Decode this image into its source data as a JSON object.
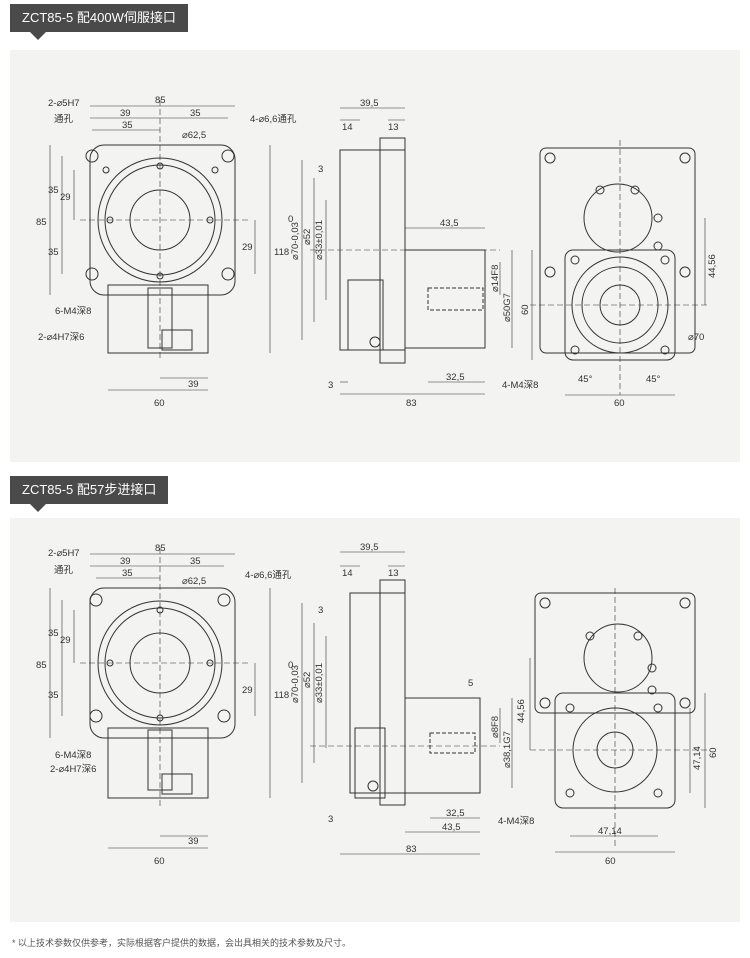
{
  "sections": [
    {
      "title": "ZCT85-5 配400W伺服接口",
      "labels": {
        "hole_pin": "2-⌀5H7",
        "through": "通孔",
        "d85": "85",
        "d39": "39",
        "d35a": "35",
        "d35b": "35",
        "d62": "⌀62,5",
        "hole66": "4-⌀6,6通孔",
        "v35a": "35",
        "v29a": "29",
        "v85": "85",
        "v35b": "35",
        "v29b": "29",
        "v118": "118",
        "m4": "6-M4深8",
        "h4": "2-⌀4H7深6",
        "b39": "39",
        "b60": "60",
        "s395": "39,5",
        "s14": "14",
        "s13": "13",
        "s3a": "3",
        "s0": "0",
        "s70": "⌀70-0,03",
        "s52": "⌀52",
        "s33": "⌀33±0,01",
        "s435": "43,5",
        "s14f8": "⌀14F8",
        "s50g7": "⌀50G7",
        "s3b": "3",
        "s325": "32,5",
        "s83": "83",
        "r4456": "44,56",
        "r60v": "60",
        "r70": "⌀70",
        "rm4": "4-M4深8",
        "r45a": "45°",
        "r45b": "45°",
        "r60": "60"
      }
    },
    {
      "title": "ZCT85-5 配57步进接口",
      "labels": {
        "hole_pin": "2-⌀5H7",
        "through": "通孔",
        "d85": "85",
        "d39": "39",
        "d35a": "35",
        "d35b": "35",
        "d62": "⌀62,5",
        "hole66": "4-⌀6,6通孔",
        "v35a": "35",
        "v29a": "29",
        "v85": "85",
        "v35b": "35",
        "v29b": "29",
        "v118": "118",
        "m4": "6-M4深8",
        "h4": "2-⌀4H7深6",
        "b39": "39",
        "b60": "60",
        "s395": "39,5",
        "s14": "14",
        "s13": "13",
        "s3a": "3",
        "s0": "0",
        "s70": "⌀70-0,03",
        "s52": "⌀52",
        "s33": "⌀33±0,01",
        "s5": "5",
        "s8f8": "⌀8F8",
        "s381": "⌀38,1G7",
        "s3b": "3",
        "s325": "32,5",
        "s435": "43,5",
        "s83": "83",
        "r4456": "44,56",
        "r4714v": "47,14",
        "r60v": "60",
        "rm4": "4-M4深8",
        "r4714": "47,14",
        "r60": "60"
      }
    }
  ],
  "footnote": "* 以上技术参数仅供参考，实际根据客户提供的数据，会出具相关的技术参数及尺寸。"
}
